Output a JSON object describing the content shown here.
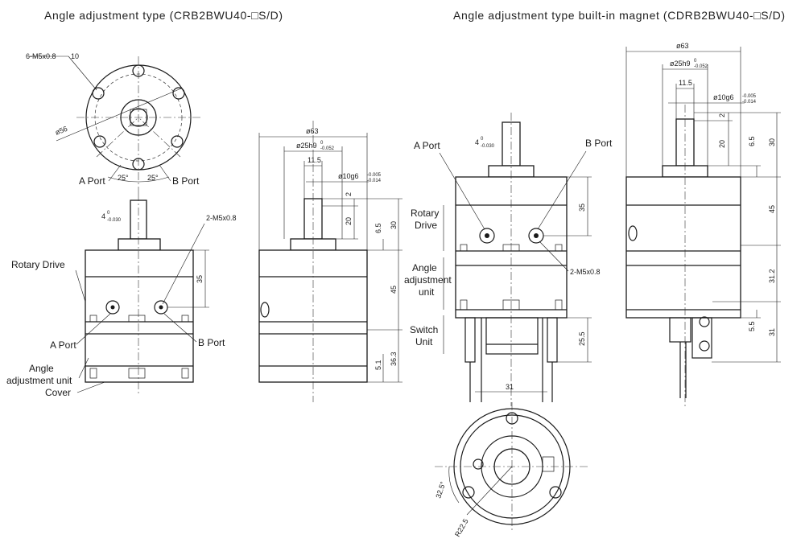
{
  "titles": {
    "left": "Angle adjustment type (CRB2BWU40-□S/D)",
    "right": "Angle adjustment type built-in magnet (CDRB2BWU40-□S/D)"
  },
  "labels": {
    "a_port": "A Port",
    "b_port": "B Port",
    "rotary_drive": "Rotary Drive",
    "rotary": "Rotary",
    "drive": "Drive",
    "angle": "Angle",
    "angle_adjustment_unit": "adjustment unit",
    "adjustment": "adjustment",
    "unit": "unit",
    "cover": "Cover",
    "switch": "Switch",
    "switch_unit": "Unit"
  },
  "dims": {
    "m5_6": "6-M5x0.8",
    "m5_6_depth": "10",
    "dia56": "ø56",
    "angle25": "25°",
    "key4": "4",
    "key4_upper": "0",
    "key4_lower": "-0.030",
    "m5_2": "2-M5x0.8",
    "d35": "35",
    "dia63": "ø63",
    "dia25h9": "ø25h9",
    "h9_upper": "0",
    "h9_lower": "-0.052",
    "d11_5": "11.5",
    "dia10g6": "ø10g6",
    "g6_upper": "-0.005",
    "g6_lower": "-0.014",
    "d2": "2",
    "d20": "20",
    "d6_5": "6.5",
    "d30": "30",
    "d45": "45",
    "d5_1": "5.1",
    "d36_3": "36.3",
    "d25_5": "25.5",
    "d31": "31",
    "d31_2": "31.2",
    "d5_5": "5.5",
    "angle32_5": "32.5°",
    "r22_5": "R22.5"
  }
}
